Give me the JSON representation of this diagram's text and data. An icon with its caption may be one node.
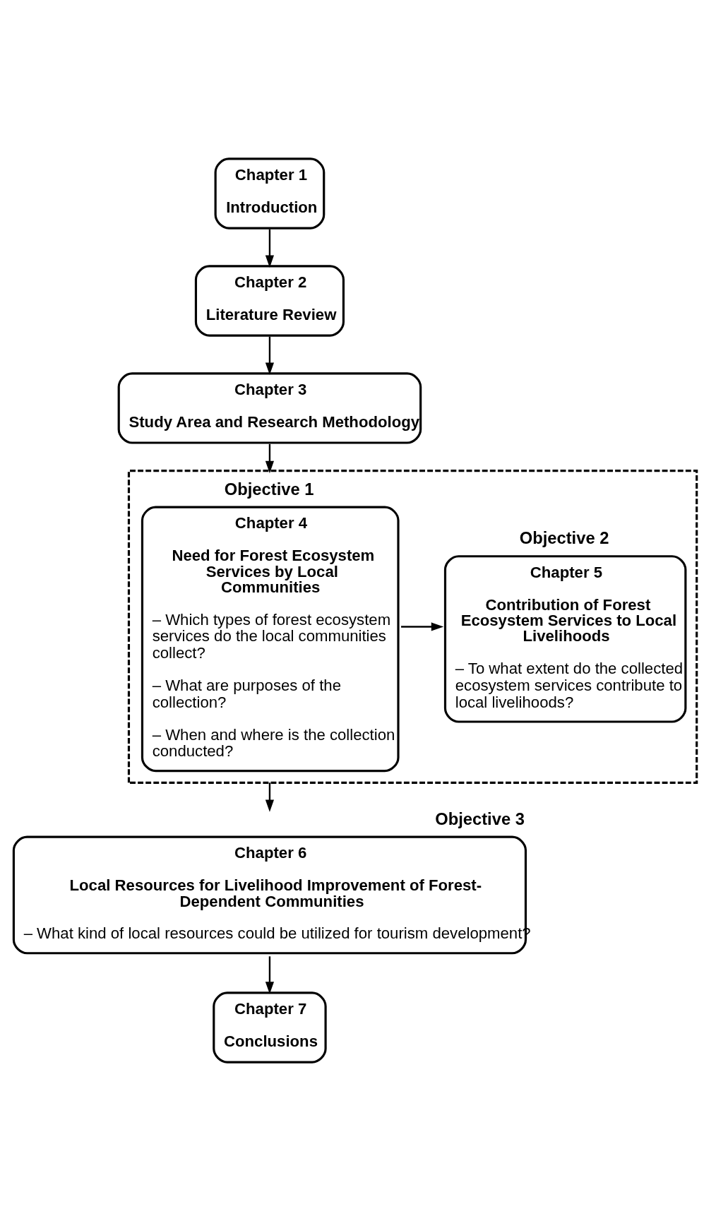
{
  "diagram": {
    "nodes": [
      {
        "text": [
          "Chapter 1",
          "Introduction"
        ]
      },
      {
        "text": [
          "Chapter 2",
          "Literature Review"
        ]
      },
      {
        "text": [
          "Chapter 3",
          "Study Area and Research Methodology"
        ]
      },
      {
        "text": [],
        "shape": "box"
      },
      {
        "text": [
          "Chapter 4",
          "Need for Forest Ecosystem Services by Local Communities",
          "– Which types of forest ecosystem services do the local communities collect?",
          "– What are purposes of the collection?",
          "– When and where is the collection conducted?"
        ],
        "in": 3,
        "beside": [
          "Objective 1"
        ]
      },
      {
        "text": [
          "Chapter 5",
          "Contribution of Forest Ecosystem Services to Local Livelihoods",
          "– To what extent do the collected ecosystem services contribute to local livelihoods?"
        ],
        "in": 3,
        "beside": [
          "Objective 2"
        ]
      },
      {
        "text": [
          "Chapter 6",
          "Local Resources for Livelihood Improvement of Forest-Dependent Communities",
          "– What kind of local resources could be utilized for tourism development?"
        ],
        "beside": [
          "Objective 3"
        ]
      },
      {
        "text": [
          "Chapter 7",
          "Conclusions"
        ]
      }
    ],
    "edges": [
      {
        "from": 0,
        "to": 1,
        "arrow": "to"
      },
      {
        "from": 1,
        "to": 2,
        "arrow": "to"
      },
      {
        "from": 2,
        "to": 3,
        "arrow": "to"
      },
      {
        "from": 4,
        "to": 5,
        "arrow": "to"
      },
      {
        "from": 3,
        "to": 6,
        "arrow": "to"
      },
      {
        "from": 6,
        "to": 7,
        "arrow": "to"
      }
    ]
  }
}
